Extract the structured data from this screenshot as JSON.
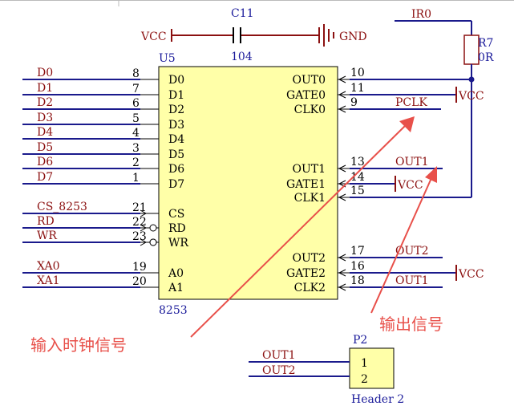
{
  "capacitor": {
    "ref": "C11",
    "value": "104",
    "vcc": "VCC",
    "gnd": "GND"
  },
  "resistor": {
    "ref": "R7",
    "value": "0R",
    "net": "IR0"
  },
  "chip": {
    "ref": "U5",
    "part": "8253",
    "left_pins": [
      {
        "net": "D0",
        "num": "8",
        "name": "D0"
      },
      {
        "net": "D1",
        "num": "7",
        "name": "D1"
      },
      {
        "net": "D2",
        "num": "6",
        "name": "D2"
      },
      {
        "net": "D3",
        "num": "5",
        "name": "D3"
      },
      {
        "net": "D4",
        "num": "4",
        "name": "D4"
      },
      {
        "net": "D5",
        "num": "3",
        "name": "D5"
      },
      {
        "net": "D6",
        "num": "2",
        "name": "D6"
      },
      {
        "net": "D7",
        "num": "1",
        "name": "D7"
      },
      {
        "net": "CS_8253",
        "num": "21",
        "name": "CS"
      },
      {
        "net": "RD",
        "num": "22",
        "name": "RD"
      },
      {
        "net": "WR",
        "num": "23",
        "name": "WR"
      },
      {
        "net": "XA0",
        "num": "19",
        "name": "A0"
      },
      {
        "net": "XA1",
        "num": "20",
        "name": "A1"
      }
    ],
    "right_pins": [
      {
        "name": "OUT0",
        "num": "10",
        "net": ""
      },
      {
        "name": "GATE0",
        "num": "11",
        "net": "VCC"
      },
      {
        "name": "CLK0",
        "num": "9",
        "net": "PCLK"
      },
      {
        "name": "OUT1",
        "num": "13",
        "net": "OUT1"
      },
      {
        "name": "GATE1",
        "num": "14",
        "net": "VCC"
      },
      {
        "name": "CLK1",
        "num": "15",
        "net": ""
      },
      {
        "name": "OUT2",
        "num": "17",
        "net": "OUT2"
      },
      {
        "name": "GATE2",
        "num": "16",
        "net": "VCC"
      },
      {
        "name": "CLK2",
        "num": "18",
        "net": "OUT1"
      }
    ]
  },
  "header": {
    "ref": "P2",
    "part": "Header 2",
    "pin1": "1",
    "pin2": "2",
    "net1": "OUT1",
    "net2": "OUT2"
  },
  "annotations": {
    "input_clock": "输入时钟信号",
    "output_signal": "输出信号"
  },
  "colors": {
    "chip_fill": "#ffffa8",
    "bus_wire": "#1a1a8c",
    "net_label": "#8b1010",
    "arrow": "#e8504a"
  }
}
